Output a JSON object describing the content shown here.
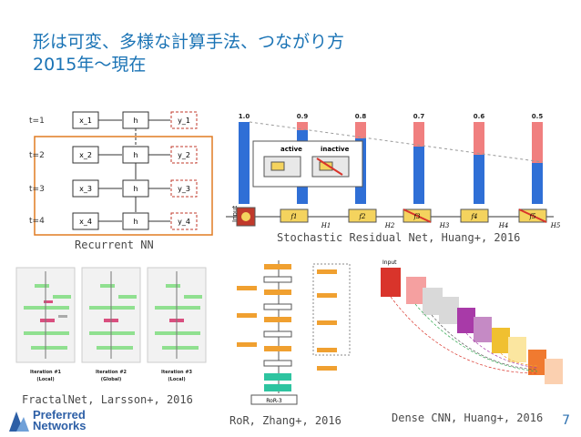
{
  "slide": {
    "title_line1": "形は可変、多様な計算手法、つながり方",
    "title_line2": "2015年〜現在",
    "page_number": "7"
  },
  "rnn": {
    "caption": "Recurrent NN",
    "rows": [
      {
        "t": "t=1",
        "x": "x_1",
        "h": "h",
        "y": "y_1"
      },
      {
        "t": "t=2",
        "x": "x_2",
        "h": "h",
        "y": "y_2"
      },
      {
        "t": "t=3",
        "x": "x_3",
        "h": "h",
        "y": "y_3"
      },
      {
        "t": "t=4",
        "x": "x_4",
        "h": "h",
        "y": "y_4"
      }
    ]
  },
  "stochastic": {
    "caption": "Stochastic Residual Net, Huang+, 2016",
    "probs": [
      "1.0",
      "0.9",
      "0.8",
      "0.7",
      "0.6",
      "0.5"
    ],
    "labels": {
      "active": "active",
      "inactive": "inactive",
      "input": "Input"
    },
    "f_labels": [
      "f1",
      "f2",
      "f3",
      "f4",
      "f5"
    ],
    "h_labels": [
      "H1",
      "H2",
      "H3",
      "H4",
      "H5"
    ]
  },
  "fractal": {
    "caption": "FractalNet, Larsson+, 2016",
    "iterations": [
      "Iteration #1",
      "Iteration #2",
      "Iteration #3"
    ],
    "modes": [
      "(Local)",
      "(Global)",
      "(Local)"
    ]
  },
  "ror": {
    "caption": "RoR, Zhang+, 2016",
    "bottom_label": "RoR-3"
  },
  "densecnn": {
    "caption": "Dense CNN, Huang+, 2016",
    "input_label": "Input"
  },
  "logo": {
    "line1": "Preferred",
    "line2": "Networks"
  },
  "colors": {
    "title": "#1a73b5",
    "accent_orange": "#e07b22",
    "blue_bar": "#2f6fd6",
    "red_bar": "#f07f7f"
  }
}
